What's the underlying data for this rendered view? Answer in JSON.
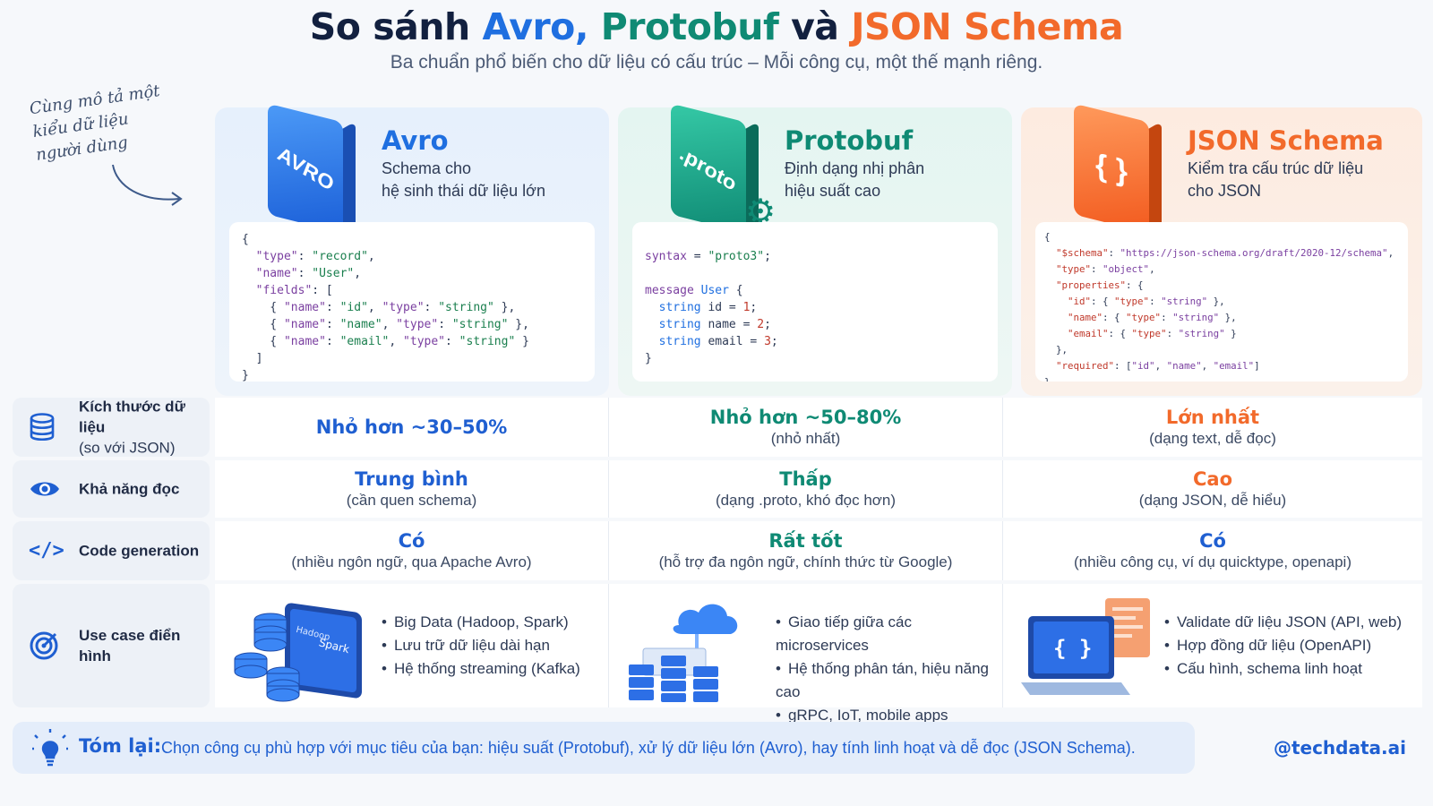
{
  "header": {
    "title_prefix": "So sánh",
    "title_avro": "Avro,",
    "title_protobuf": "Protobuf",
    "title_and": "và",
    "title_json": "JSON Schema",
    "subtitle": "Ba chuẩn phổ biến cho dữ liệu có cấu trúc – Mỗi công cụ, một thế mạnh riêng."
  },
  "handnote": "Cùng mô tả một kiểu dữ liệu người dùng",
  "colors": {
    "avro": "#1f6fe0",
    "protobuf": "#0f8a74",
    "json": "#f26a2b"
  },
  "tools": [
    {
      "name": "Avro",
      "logo_text": "AVRO",
      "desc_line1": "Schema cho",
      "desc_line2": "hệ sinh thái dữ liệu lớn"
    },
    {
      "name": "Protobuf",
      "logo_text": ".proto",
      "desc_line1": "Định dạng nhị phân",
      "desc_line2": "hiệu suất cao"
    },
    {
      "name": "JSON Schema",
      "logo_text": "{ }",
      "desc_line1": "Kiểm tra cấu trúc dữ liệu",
      "desc_line2": "cho JSON"
    }
  ],
  "rows": [
    {
      "label": "Kích thước dữ liệu",
      "label_sub": "(so với JSON)",
      "icon": "database-icon",
      "cells": [
        {
          "main": "Nhỏ hơn ~30–50%",
          "note": ""
        },
        {
          "main": "Nhỏ hơn ~50–80%",
          "note": "(nhỏ nhất)"
        },
        {
          "main": "Lớn nhất",
          "note": "(dạng text, dễ đọc)"
        }
      ]
    },
    {
      "label": "Khả năng đọc",
      "label_sub": "",
      "icon": "eye-icon",
      "cells": [
        {
          "main": "Trung bình",
          "note": "(cần quen schema)"
        },
        {
          "main": "Thấp",
          "note": "(dạng .proto, khó đọc hơn)"
        },
        {
          "main": "Cao",
          "note": "(dạng JSON, dễ hiểu)"
        }
      ]
    },
    {
      "label": "Code generation",
      "label_sub": "",
      "icon": "code-icon",
      "cells": [
        {
          "main": "Có",
          "note": "(nhiều ngôn ngữ, qua Apache Avro)"
        },
        {
          "main": "Rất tốt",
          "note": "(hỗ trợ đa ngôn ngữ, chính thức từ Google)"
        },
        {
          "main": "Có",
          "note": "(nhiều công cụ, ví dụ quicktype, openapi)"
        }
      ]
    },
    {
      "label": "Use case điển hình",
      "label_sub": "",
      "icon": "target-icon",
      "use_cases": [
        [
          "Big Data (Hadoop, Spark)",
          "Lưu trữ dữ liệu dài hạn",
          "Hệ thống streaming (Kafka)"
        ],
        [
          "Giao tiếp giữa các microservices",
          "Hệ thống phân tán, hiệu năng cao",
          "gRPC, IoT, mobile apps"
        ],
        [
          "Validate dữ liệu JSON (API, web)",
          "Hợp đồng dữ liệu (OpenAPI)",
          "Cấu hình, schema linh hoạt"
        ]
      ],
      "illus_text": [
        "Hadoop",
        "Spark"
      ]
    }
  ],
  "summary": {
    "label": "Tóm lại:",
    "text": "Chọn công cụ phù hợp với mục tiêu của bạn: hiệu suất (Protobuf), xử lý dữ liệu lớn (Avro), hay tính linh hoạt và dễ đọc (JSON Schema)."
  },
  "handle": "@techdata.ai"
}
